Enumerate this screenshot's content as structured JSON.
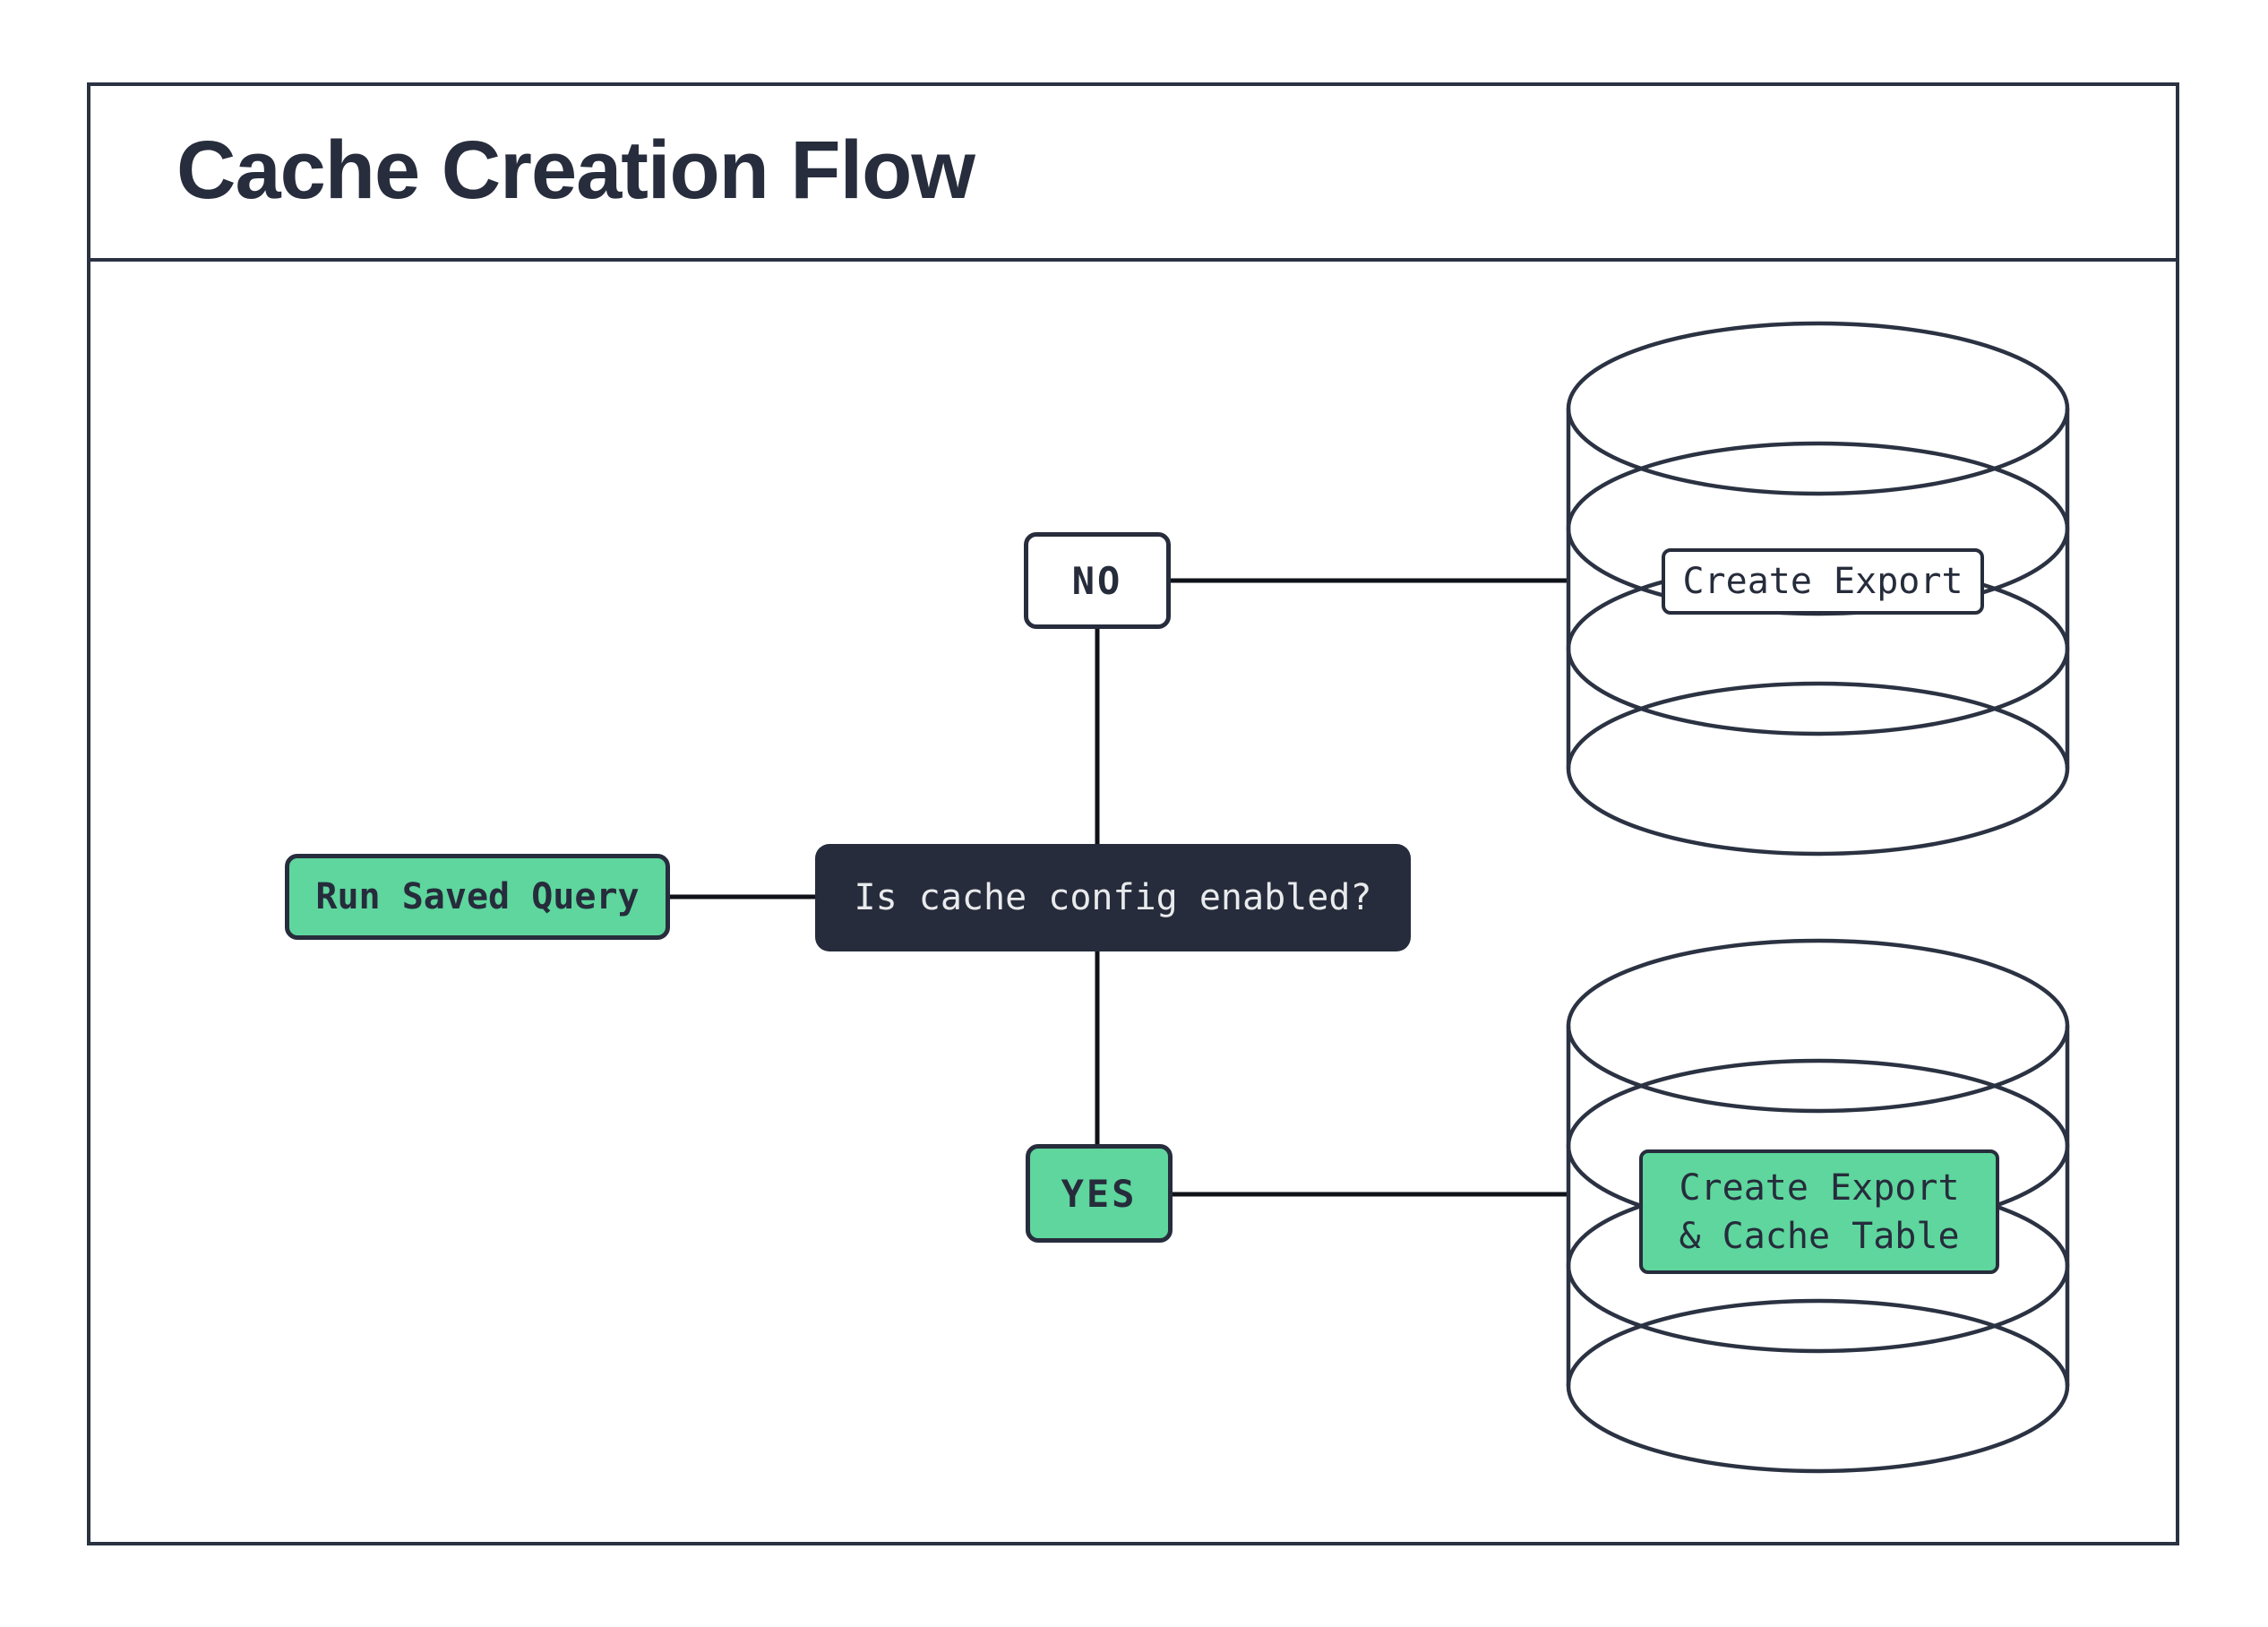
{
  "title": "Cache Creation Flow",
  "colors": {
    "ink": "#272d3c",
    "frame_border": "#2b3242",
    "connector_line": "#0f1218",
    "green": "#5ed69d",
    "dark_node_fill": "#262c3b",
    "dark_node_text": "#e9eaec",
    "background": "#ffffff"
  },
  "nodes": {
    "run": {
      "label": "Run Saved Query"
    },
    "decision": {
      "label": "Is cache config enabled?"
    },
    "no": {
      "label": "NO"
    },
    "yes": {
      "label": "YES"
    },
    "create_export": {
      "label": "Create Export"
    },
    "create_export_cache": {
      "label": "Create Export\n& Cache Table"
    }
  },
  "shapes": {
    "database_top": "database-cylinder",
    "database_bottom": "database-cylinder"
  }
}
